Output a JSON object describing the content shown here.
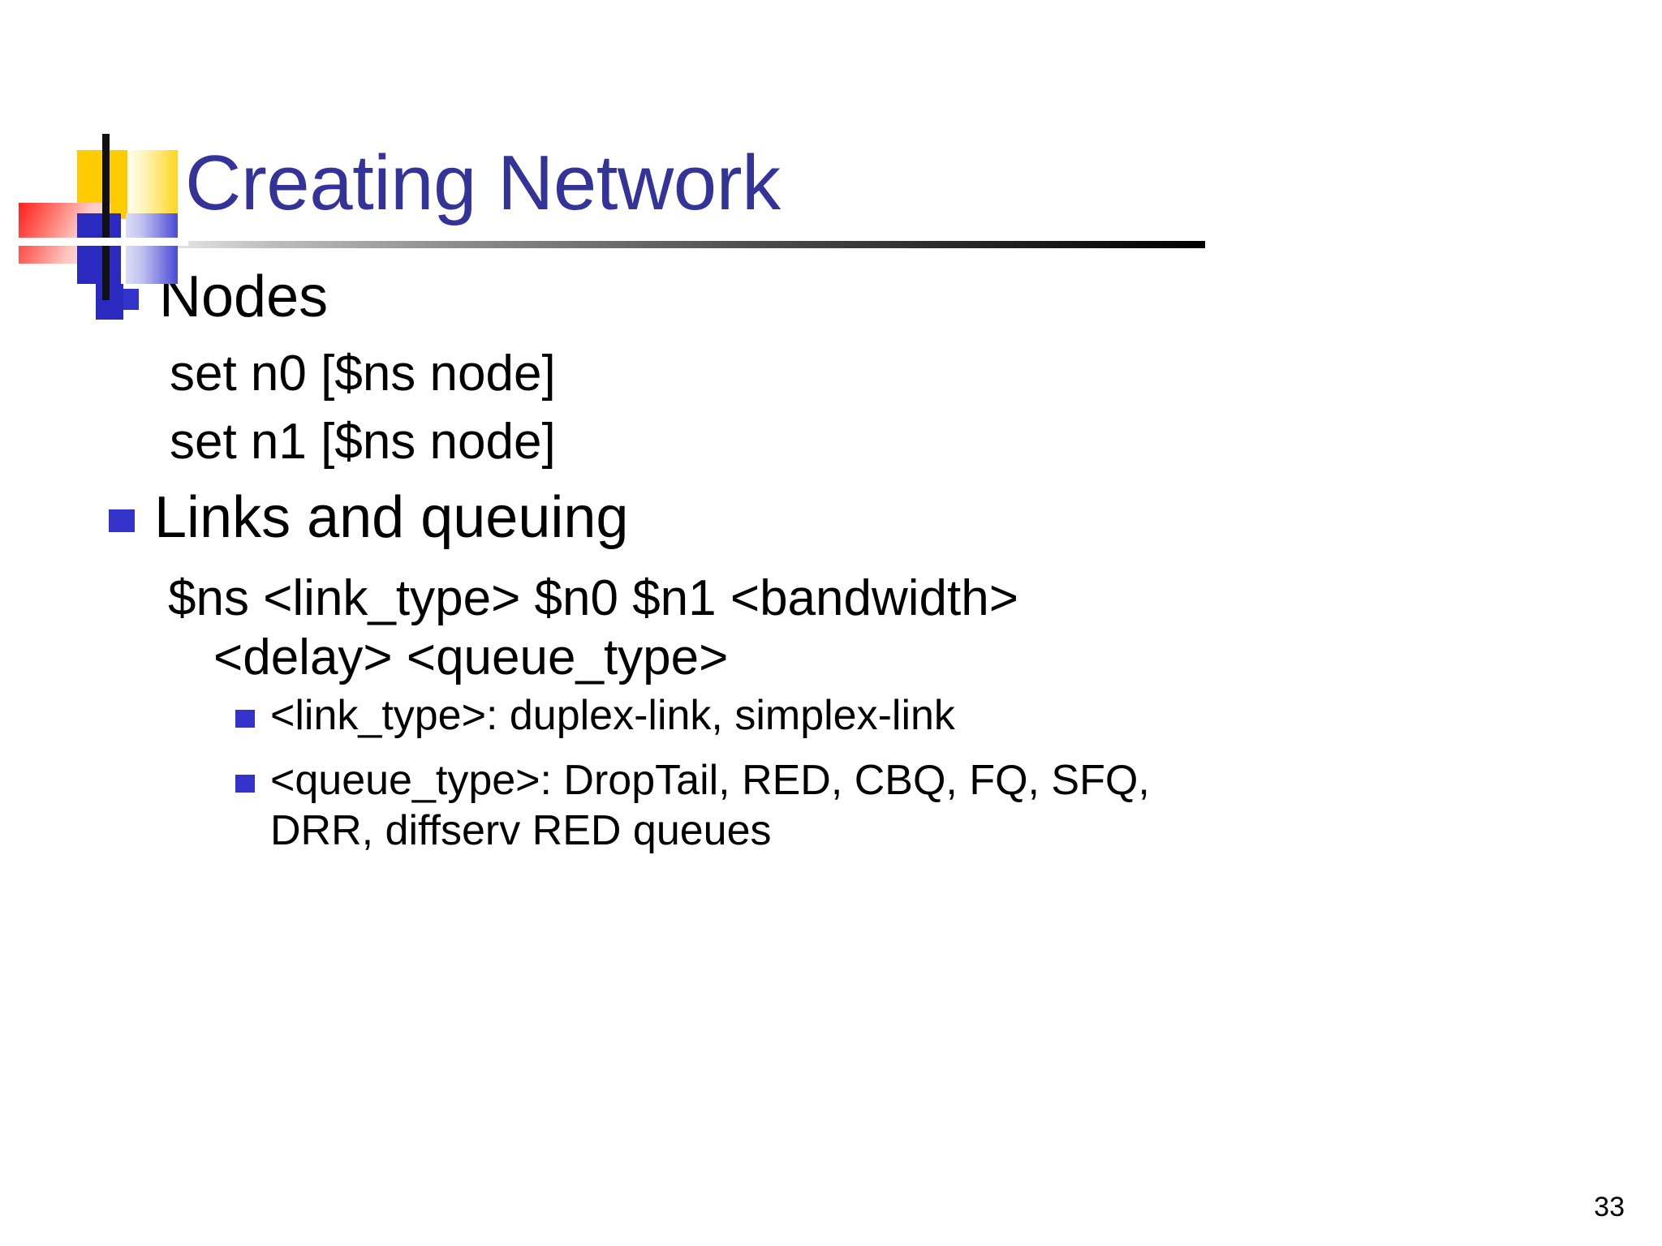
{
  "slide": {
    "title": "Creating Network",
    "page_number": "33",
    "title_color": "#333399",
    "bullet_color": "#3333CC",
    "background_color": "#FFFFFF",
    "body_text_color": "#000000"
  },
  "decor": {
    "yellow": "#FFCC00",
    "red": "#FF2020",
    "blue": "#2A2AC0",
    "black_line": "#111111"
  },
  "content": {
    "nodes_heading": "Nodes",
    "nodes_code_1": "set n0 [$ns node]",
    "nodes_code_2": "set n1 [$ns node]",
    "links_heading": "Links and queuing",
    "links_syntax_1": "$ns <link_type> $n0 $n1 <bandwidth>",
    "links_syntax_2": "<delay> <queue_type>",
    "sub_bullet_1": "<link_type>: duplex-link, simplex-link",
    "sub_bullet_2_line1": "<queue_type>: DropTail, RED, CBQ, FQ, SFQ,",
    "sub_bullet_2_line2": "DRR, diffserv RED queues"
  }
}
